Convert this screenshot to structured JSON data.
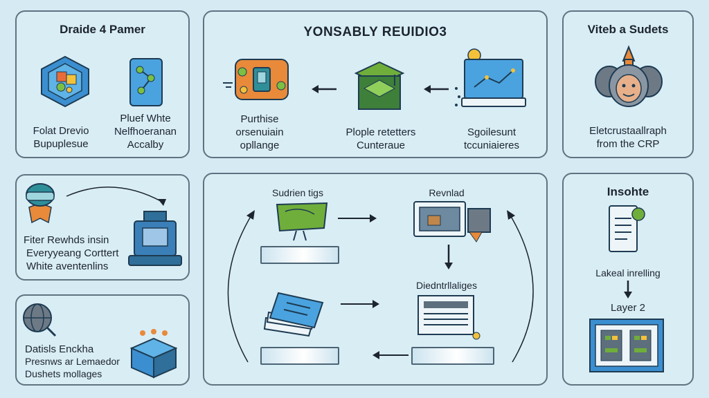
{
  "panels": {
    "top_left": {
      "title": "Draide 4 Pamer",
      "item1": [
        "Folat Drevio",
        "Bupuplesue"
      ],
      "item2": [
        "Pluef Whte",
        "Nelfhoeranan",
        "Accalby"
      ]
    },
    "top_center": {
      "title": "YONSABLY REUIDIO3",
      "step1": [
        "Purthise",
        "orsenuiain",
        "opllange"
      ],
      "step2": [
        "Plople retetters",
        "Cunteraue"
      ],
      "step3": [
        "Sgoilesunt",
        "tccuniaieres"
      ]
    },
    "top_right": {
      "title": "Viteb a Sudets",
      "caption": [
        "Eletcrustaallraph",
        "from the CRP"
      ]
    },
    "mid_left": {
      "caption": [
        "Fiter Rewhds insin",
        "Everyyeang Corttert",
        "White aventenlins"
      ]
    },
    "bottom_left": {
      "caption": [
        "Datisls Enckha",
        "Presnws ar Lemaedor",
        "Dushets mollages"
      ]
    },
    "center_flow": {
      "label1": "Sudrien tigs",
      "label2": "Revnlad",
      "label3": "Diedntrllaliges"
    },
    "right_lower": {
      "title": "Insohte",
      "label1": "Lakeal inrelling",
      "label2": "Layer 2"
    }
  },
  "colors": {
    "background": "#d6eaf3",
    "panel_border": "#5e7380",
    "accent_orange": "#e88a3a",
    "accent_blue": "#3b8fd0",
    "accent_green": "#6fae3b",
    "accent_teal": "#2f8f99"
  },
  "icons": [
    "hexagon-puzzle-icon",
    "document-nodes-icon",
    "circuit-board-icon",
    "graduation-cap-icon",
    "monitor-graph-icon",
    "robot-head-icon",
    "vr-headset-icon",
    "printer-icon",
    "globe-icon",
    "box-icon",
    "map-icon",
    "workstation-icon",
    "books-icon",
    "chart-sheet-icon",
    "phone-icon",
    "server-rack-icon"
  ]
}
